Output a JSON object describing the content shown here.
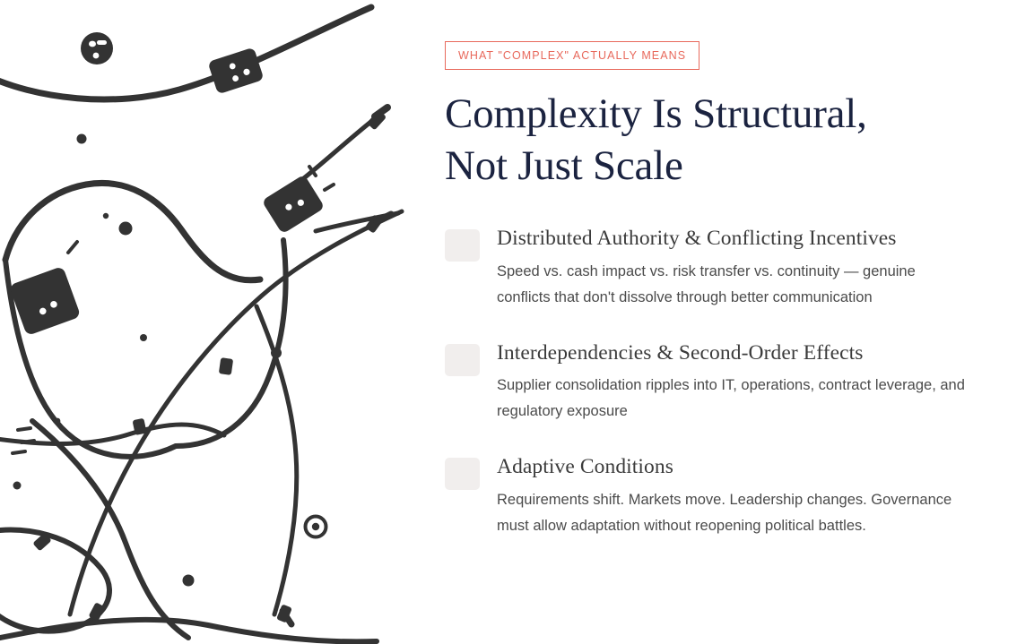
{
  "illustration": {
    "name": "abstract-network-lines-illustration",
    "description": "Abstract black line-art of curving threads strung with rounded square beads, scattered dots and a small ringed circle",
    "line_color": "#333333",
    "background": "#ffffff"
  },
  "content": {
    "eyebrow": "WHAT \"COMPLEX\" ACTUALLY MEANS",
    "eyebrow_color": "#e8695c",
    "headline_color": "#1b2340",
    "headline_lines": [
      "Complexity Is Structural,",
      "Not Just Scale"
    ],
    "marker_color": "#f1eeed",
    "features": [
      {
        "title": "Distributed Authority & Conflicting Incentives",
        "description": "Speed vs. cash impact vs. risk transfer vs. continuity — genuine conflicts that don't dissolve through better communication"
      },
      {
        "title": "Interdependencies & Second-Order Effects",
        "description": "Supplier consolidation ripples into IT, operations, contract leverage, and regulatory exposure"
      },
      {
        "title": "Adaptive Conditions",
        "description": "Requirements shift. Markets move. Leadership changes. Governance must allow adaptation without reopening political battles."
      }
    ]
  }
}
